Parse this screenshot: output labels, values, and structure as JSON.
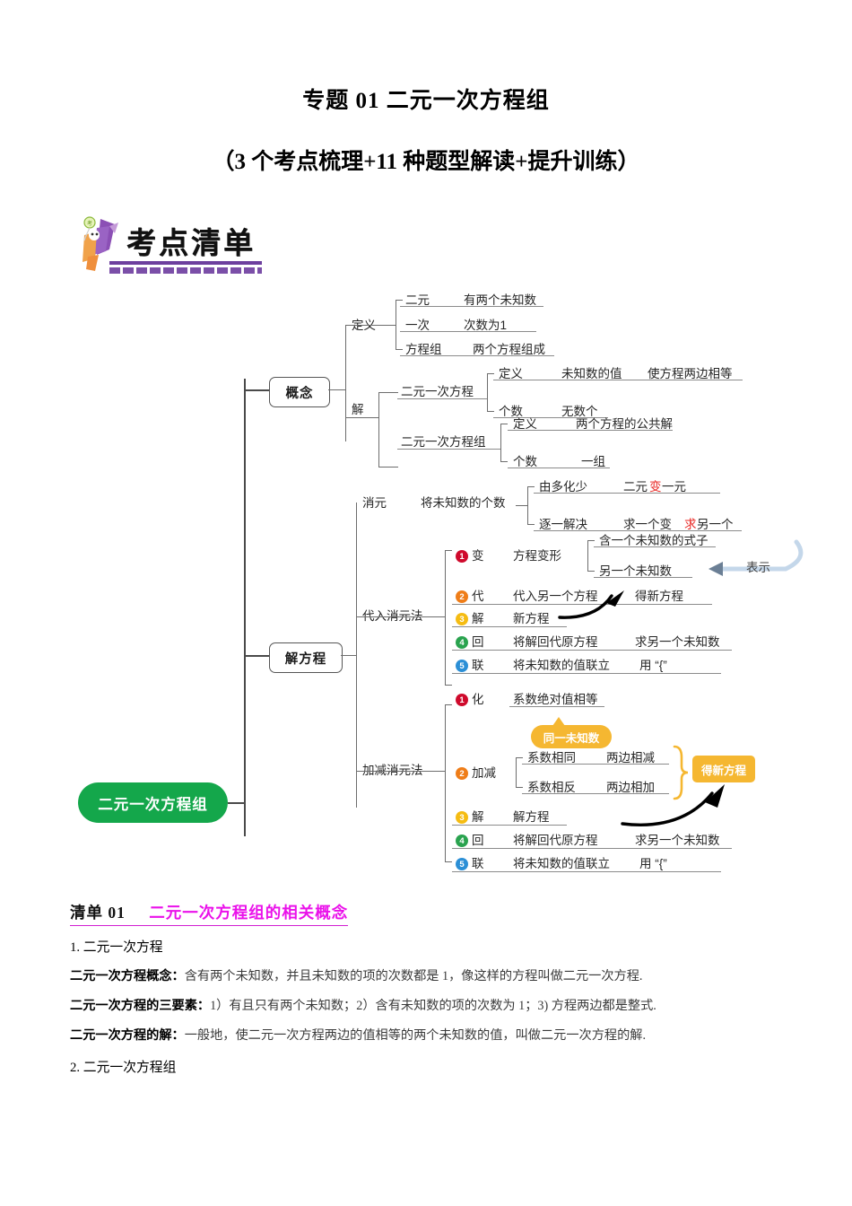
{
  "document": {
    "title": "专题 01  二元一次方程组",
    "subtitle": "（3 个考点梳理+11 种题型解读+提升训练）",
    "logo_text": "考点清单"
  },
  "colors": {
    "root_green": "#14a74b",
    "accent_orange": "#f5b731",
    "heading_magenta": "#ea11ea",
    "highlight_red": "#e8231f",
    "num1_red": "#cf0a2c",
    "num2_orange": "#ef7d18",
    "num3_yellow": "#f5bc12",
    "num4_green": "#2aa34f",
    "num5_blue": "#2b8fd6",
    "annotation_blue": "#b9cfe8"
  },
  "mindmap": {
    "root": "二元一次方程组",
    "branch1": {
      "label": "概念",
      "definition": {
        "label": "定义",
        "rows": [
          {
            "key": "二元",
            "val": "有两个未知数"
          },
          {
            "key": "一次",
            "val": "次数为1"
          },
          {
            "key": "方程组",
            "val": "两个方程组成"
          }
        ]
      },
      "solution": {
        "label": "解",
        "groups": [
          {
            "name": "二元一次方程",
            "rows": [
              {
                "key": "定义",
                "val": "未知数的值",
                "val2": "使方程两边相等"
              },
              {
                "key": "个数",
                "val": "无数个",
                "val2": ""
              }
            ]
          },
          {
            "name": "二元一次方程组",
            "rows": [
              {
                "key": "定义",
                "val": "两个方程的公共解",
                "val2": ""
              },
              {
                "key": "个数",
                "val": "一组",
                "val2": ""
              }
            ]
          }
        ]
      }
    },
    "branch2": {
      "label": "解方程",
      "elimination": {
        "label": "消元",
        "sub": "将未知数的个数",
        "rows": [
          {
            "key": "由多化少",
            "val_a": "二元",
            "val_b": "变",
            "val_c": "一元"
          },
          {
            "key": "逐一解决",
            "val_a": "求一个变",
            "val_b": "求",
            "val_c": "另一个"
          }
        ]
      },
      "substitution": {
        "label": "代入消元法",
        "steps": [
          {
            "n": "1",
            "key": "变",
            "val": "方程变形",
            "val2": ""
          },
          {
            "n": "2",
            "key": "代",
            "val": "代入另一个方程",
            "val2": "得新方程"
          },
          {
            "n": "3",
            "key": "解",
            "val": "新方程",
            "val2": ""
          },
          {
            "n": "4",
            "key": "回",
            "val": "将解回代原方程",
            "val2": "求另一个未知数"
          },
          {
            "n": "5",
            "key": "联",
            "val": "将未知数的值联立",
            "val2": "用 “{”"
          }
        ],
        "transform_box": [
          "含一个未知数的式子",
          "另一个未知数"
        ],
        "annotation": "表示"
      },
      "addsub": {
        "label": "加减消元法",
        "steps": [
          {
            "n": "1",
            "key": "化",
            "val": "系数绝对值相等",
            "val2": ""
          },
          {
            "n": "2",
            "key": "加减",
            "val": "",
            "val2": ""
          },
          {
            "n": "3",
            "key": "解",
            "val": "解方程",
            "val2": ""
          },
          {
            "n": "4",
            "key": "回",
            "val": "将解回代原方程",
            "val2": "求另一个未知数"
          },
          {
            "n": "5",
            "key": "联",
            "val": "将未知数的值联立",
            "val2": "用 “{”"
          }
        ],
        "callout": "同一未知数",
        "addsub_rows": [
          {
            "key": "系数相同",
            "val": "两边相减"
          },
          {
            "key": "系数相反",
            "val": "两边相加"
          }
        ],
        "result_box": "得新方程"
      }
    }
  },
  "section": {
    "number": "清单 01",
    "title": "二元一次方程组的相关概念",
    "heading1": "1. 二元一次方程",
    "paragraphs": [
      {
        "lead": "二元一次方程概念：",
        "body": "含有两个未知数，并且未知数的项的次数都是 1，像这样的方程叫做二元一次方程."
      },
      {
        "lead": "二元一次方程的三要素：",
        "body": "1）有且只有两个未知数；2）含有未知数的项的次数为 1；3) 方程两边都是整式."
      },
      {
        "lead": "二元一次方程的解：",
        "body": "一般地，使二元一次方程两边的值相等的两个未知数的值，叫做二元一次方程的解."
      }
    ],
    "heading2": "2. 二元一次方程组"
  }
}
